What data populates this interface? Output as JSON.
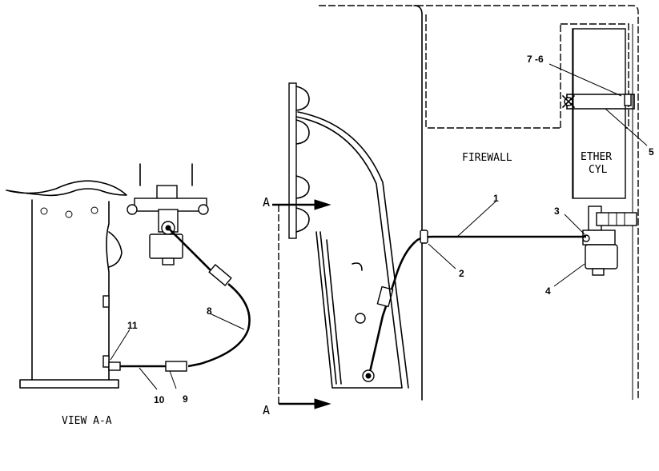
{
  "labels": {
    "firewall": "FIREWALL",
    "ether_line1": "ETHER",
    "ether_line2": "CYL",
    "view": "VIEW A-A",
    "section_top": "A",
    "section_bottom": "A"
  },
  "callouts": {
    "c1": "1",
    "c2": "2",
    "c3": "3",
    "c4": "4",
    "c5": "5",
    "c7_6": "7 -6",
    "c8": "8",
    "c9": "9",
    "c10": "10",
    "c11": "11"
  }
}
